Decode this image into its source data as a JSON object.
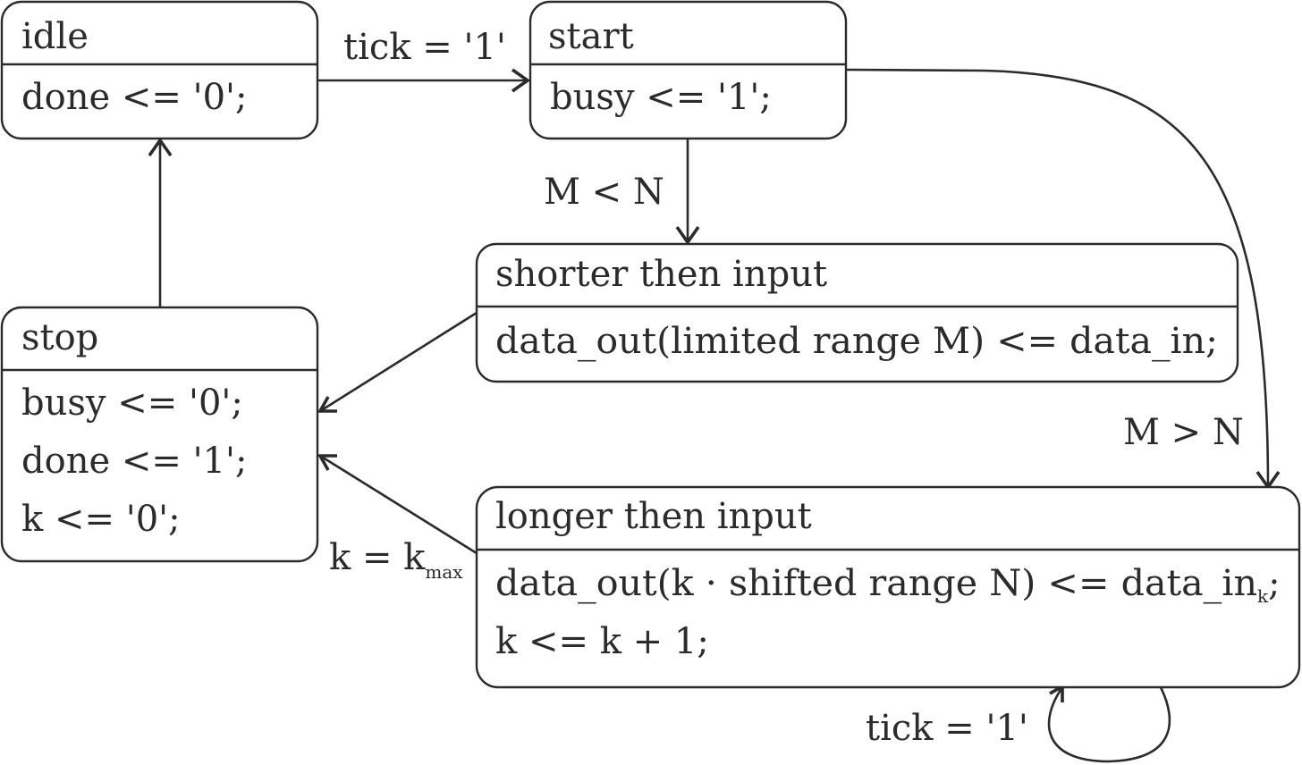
{
  "diagram": {
    "type": "state-machine",
    "states": [
      {
        "id": "idle",
        "name": "idle",
        "actions": [
          "done <= '0';"
        ]
      },
      {
        "id": "start",
        "name": "start",
        "actions": [
          "busy <= '1';"
        ]
      },
      {
        "id": "shorter",
        "name": "shorter then input",
        "actions": [
          "data_out(limited range M) <= data_in;"
        ]
      },
      {
        "id": "stop",
        "name": "stop",
        "actions": [
          "busy <= '0';",
          "done <= '1';",
          "k <= '0';"
        ]
      },
      {
        "id": "longer",
        "name": "longer then input",
        "actions": [
          {
            "text": "data_out(k · shifted range N) <= data_in",
            "subscript": "k",
            "suffix": ";"
          },
          "k <= k + 1;"
        ]
      }
    ],
    "transitions": [
      {
        "from": "idle",
        "to": "start",
        "label": "tick = '1'"
      },
      {
        "from": "start",
        "to": "shorter",
        "label": "M < N"
      },
      {
        "from": "start",
        "to": "longer",
        "label": "M > N"
      },
      {
        "from": "shorter",
        "to": "stop",
        "label": ""
      },
      {
        "from": "longer",
        "to": "stop",
        "label": {
          "text": "k = k",
          "subscript": "max"
        }
      },
      {
        "from": "longer",
        "to": "longer",
        "label": "tick = '1'"
      },
      {
        "from": "stop",
        "to": "idle",
        "label": ""
      }
    ]
  },
  "colors": {
    "stroke": "#2b2b2b",
    "background": "#ffffff"
  }
}
